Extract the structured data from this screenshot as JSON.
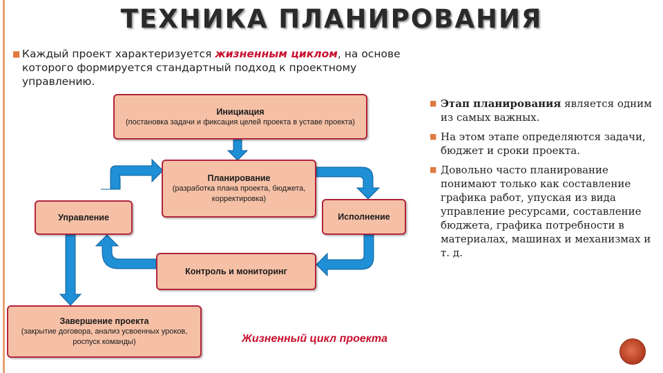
{
  "slide": {
    "title": "ТЕХНИКА ПЛАНИРОВАНИЯ",
    "intro": {
      "before": "Каждый проект характеризуется ",
      "emphasis": "жизненным циклом",
      "after": ", на основе которого формируется стандартный подход к проектному управлению."
    },
    "caption": "Жизненный цикл проекта"
  },
  "diagram": {
    "nodes": {
      "initiation": {
        "title": "Инициация",
        "desc": "(постановка задачи и фиксация целей проекта в уставе проекта)"
      },
      "planning": {
        "title": "Планирование",
        "desc": "(разработка плана проекта, бюджета, корректировка)"
      },
      "management": {
        "title": "Управление"
      },
      "execution": {
        "title": "Исполнение"
      },
      "control": {
        "title": "Контроль и мониторинг"
      },
      "completion": {
        "title": "Завершение проекта",
        "desc": "(закрытие договора, анализ усвоенных уроков, роспуск команды)"
      }
    },
    "arrow_color": "#1f8fd6",
    "box_fill": "#f5c0a6",
    "box_border": "#b1243a"
  },
  "right_bullets": [
    {
      "bold": "Этап планирования",
      "text": " является одним из самых важных."
    },
    {
      "bold": "",
      "text": "На этом этапе определяются задачи, бюджет и сроки проекта."
    },
    {
      "bold": "",
      "text": "Довольно часто планирование понимают только как составление графика работ, упуская из вида управление ресурсами, составление бюджета, графика потребности в материалах, машинах и механизмах и т. д."
    }
  ]
}
